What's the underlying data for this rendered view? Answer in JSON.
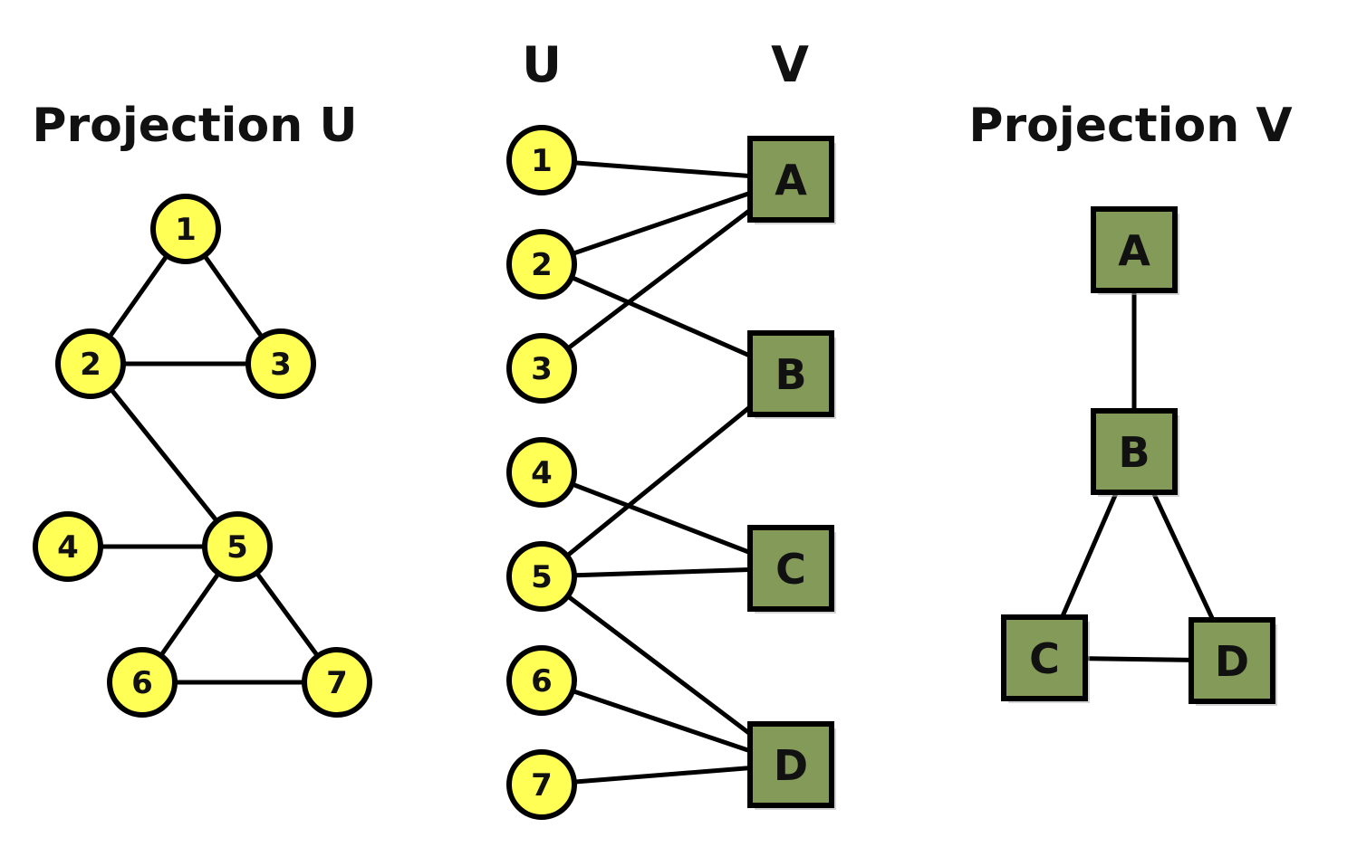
{
  "colors": {
    "u_node_fill": "#ffff55",
    "v_node_fill": "#849a58",
    "edge": "#000000"
  },
  "titles": {
    "projection_u": "Projection U",
    "projection_v": "Projection V"
  },
  "bipartite": {
    "u_header": "U",
    "v_header": "V",
    "u_nodes": [
      "1",
      "2",
      "3",
      "4",
      "5",
      "6",
      "7"
    ],
    "v_nodes": [
      "A",
      "B",
      "C",
      "D"
    ],
    "edges": [
      [
        "1",
        "A"
      ],
      [
        "2",
        "A"
      ],
      [
        "3",
        "A"
      ],
      [
        "2",
        "B"
      ],
      [
        "5",
        "B"
      ],
      [
        "4",
        "C"
      ],
      [
        "5",
        "C"
      ],
      [
        "5",
        "D"
      ],
      [
        "6",
        "D"
      ],
      [
        "7",
        "D"
      ]
    ]
  },
  "projection_u": {
    "nodes": [
      "1",
      "2",
      "3",
      "4",
      "5",
      "6",
      "7"
    ],
    "edges": [
      [
        "1",
        "2"
      ],
      [
        "1",
        "3"
      ],
      [
        "2",
        "3"
      ],
      [
        "2",
        "5"
      ],
      [
        "4",
        "5"
      ],
      [
        "5",
        "6"
      ],
      [
        "5",
        "7"
      ],
      [
        "6",
        "7"
      ]
    ]
  },
  "projection_v": {
    "nodes": [
      "A",
      "B",
      "C",
      "D"
    ],
    "edges": [
      [
        "A",
        "B"
      ],
      [
        "B",
        "C"
      ],
      [
        "B",
        "D"
      ],
      [
        "C",
        "D"
      ]
    ]
  }
}
